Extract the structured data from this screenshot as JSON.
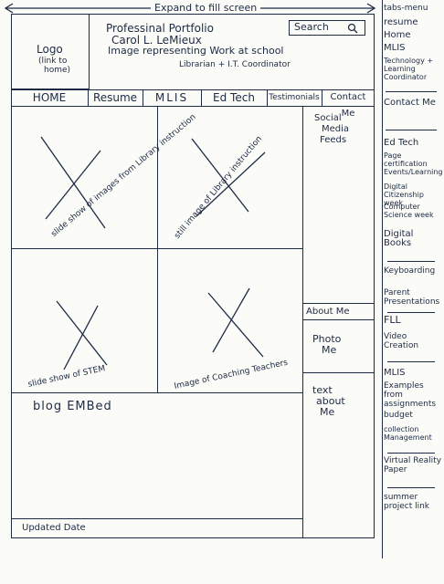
{
  "top_bar": {
    "label": "Expand to fill screen"
  },
  "header": {
    "logo_line1": "Logo",
    "logo_line2": "(link to",
    "logo_line3": "home)",
    "title": "Professinal Portfolio",
    "name": "Carol L. LeMieux",
    "tagline": "Image representing Work at school",
    "role": "Librarian + I.T. Coordinator",
    "search_label": "Search"
  },
  "nav": {
    "home": "HOME",
    "resume": "Resume",
    "mlis": "MLIS",
    "edtech": "Ed Tech",
    "testimonials": "Testimonials",
    "contact": "Contact Me"
  },
  "content": {
    "cell1": [
      "slide",
      "show",
      "of",
      "images",
      "from",
      "Library",
      "instruction"
    ],
    "cell2": [
      "still",
      "image",
      "of",
      "Library",
      "instruction"
    ],
    "cell3": [
      "slide",
      "show",
      "of",
      "STEM"
    ],
    "cell4": "Image of Coaching Teachers",
    "blog": "blog EMBed",
    "footer": "Updated Date"
  },
  "right_column": {
    "social": [
      "Social",
      "Media",
      "Feeds"
    ],
    "about": "About Me",
    "photo": [
      "Photo",
      "Me"
    ],
    "text": [
      "text",
      "about",
      "Me"
    ]
  },
  "sidebar": {
    "items": [
      "tabs-menu",
      "resume",
      "Home",
      "MLIS",
      "Technology + Learning Coordinator",
      "Contact Me",
      "Ed Tech",
      "Page certification Events/Learning",
      "Digital Citizenship week",
      "Computer Science week",
      "Digital Books",
      "Keyboarding",
      "Parent Presentations",
      "FLL",
      "Video Creation",
      "MLIS",
      "Examples from assignments",
      "budget",
      "collection Management",
      "Virtual Reality Paper",
      "summer project link"
    ]
  }
}
